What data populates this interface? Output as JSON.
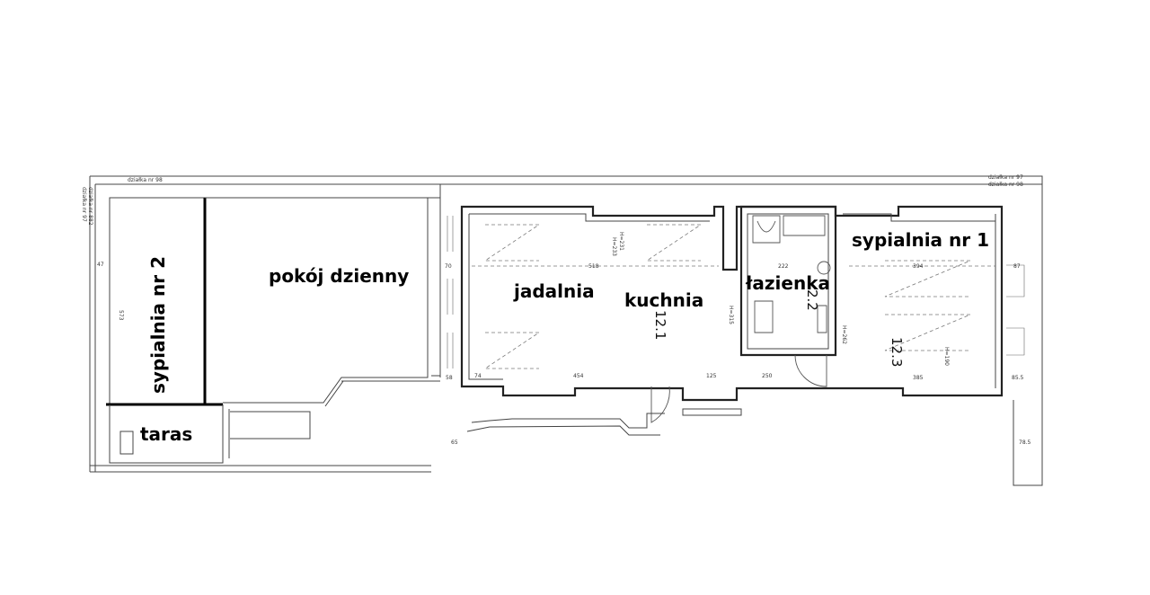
{
  "rooms": {
    "sypialnia_2": "sypialnia nr 2",
    "pokoj_dzienny": "pokój dzienny",
    "jadalnia": "jadalnia",
    "kuchnia": "kuchnia",
    "lazienka": "łazienka",
    "sypialnia_1": "sypialnia nr 1",
    "taras": "taras"
  },
  "room_numbers": {
    "kuchnia": "12.1",
    "lazienka": "2.2",
    "sypialnia_1": "12.3"
  },
  "parcel_labels": {
    "left_top": "działka nr 98",
    "left_side_1": "działka nr 97",
    "left_side_2": "działka nr 882",
    "right_top_1": "działka nr 97",
    "right_top_2": "działka nr 98"
  },
  "dimensions": {
    "d47": "47",
    "d573": "573",
    "d518": "518",
    "d394": "394",
    "d222": "222",
    "d454": "454",
    "d125": "125",
    "d250": "250",
    "d385": "385",
    "d87": "87",
    "d85_5": "85.5",
    "d78_5": "78.5",
    "d65": "65",
    "d70": "70",
    "d58": "58",
    "d74": "74",
    "h231": "H=231",
    "h233": "H=233",
    "h315": "H=315",
    "h262": "H=262",
    "h190": "H=190"
  }
}
